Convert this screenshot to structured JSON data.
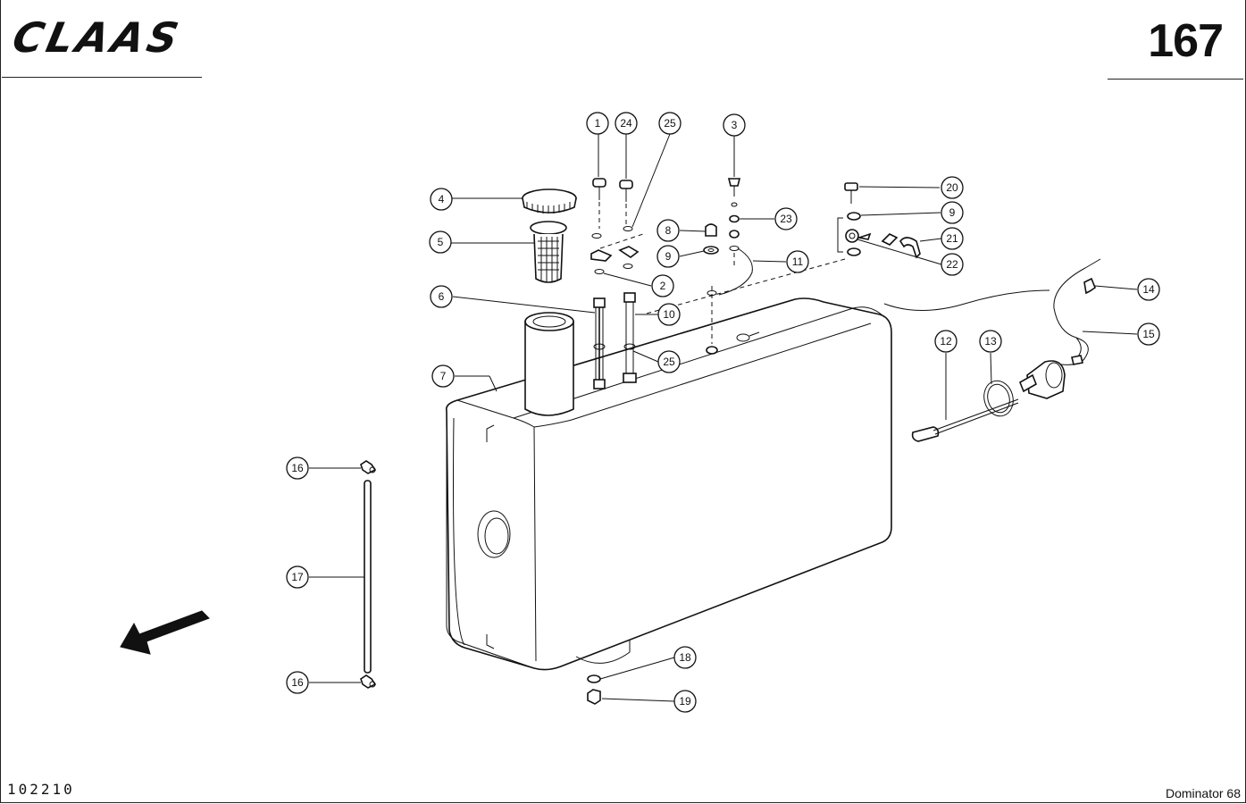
{
  "header": {
    "brand": "CLAAS",
    "page_number": "167"
  },
  "footer": {
    "drawing_id": "102210",
    "model": "Dominator 68"
  },
  "callouts": [
    {
      "label": "1"
    },
    {
      "label": "24"
    },
    {
      "label": "25"
    },
    {
      "label": "3"
    },
    {
      "label": "4"
    },
    {
      "label": "5"
    },
    {
      "label": "20"
    },
    {
      "label": "23"
    },
    {
      "label": "9"
    },
    {
      "label": "8"
    },
    {
      "label": "9"
    },
    {
      "label": "21"
    },
    {
      "label": "22"
    },
    {
      "label": "11"
    },
    {
      "label": "2"
    },
    {
      "label": "6"
    },
    {
      "label": "10"
    },
    {
      "label": "14"
    },
    {
      "label": "15"
    },
    {
      "label": "12"
    },
    {
      "label": "13"
    },
    {
      "label": "7"
    },
    {
      "label": "25"
    },
    {
      "label": "16"
    },
    {
      "label": "17"
    },
    {
      "label": "16"
    },
    {
      "label": "18"
    },
    {
      "label": "19"
    }
  ]
}
